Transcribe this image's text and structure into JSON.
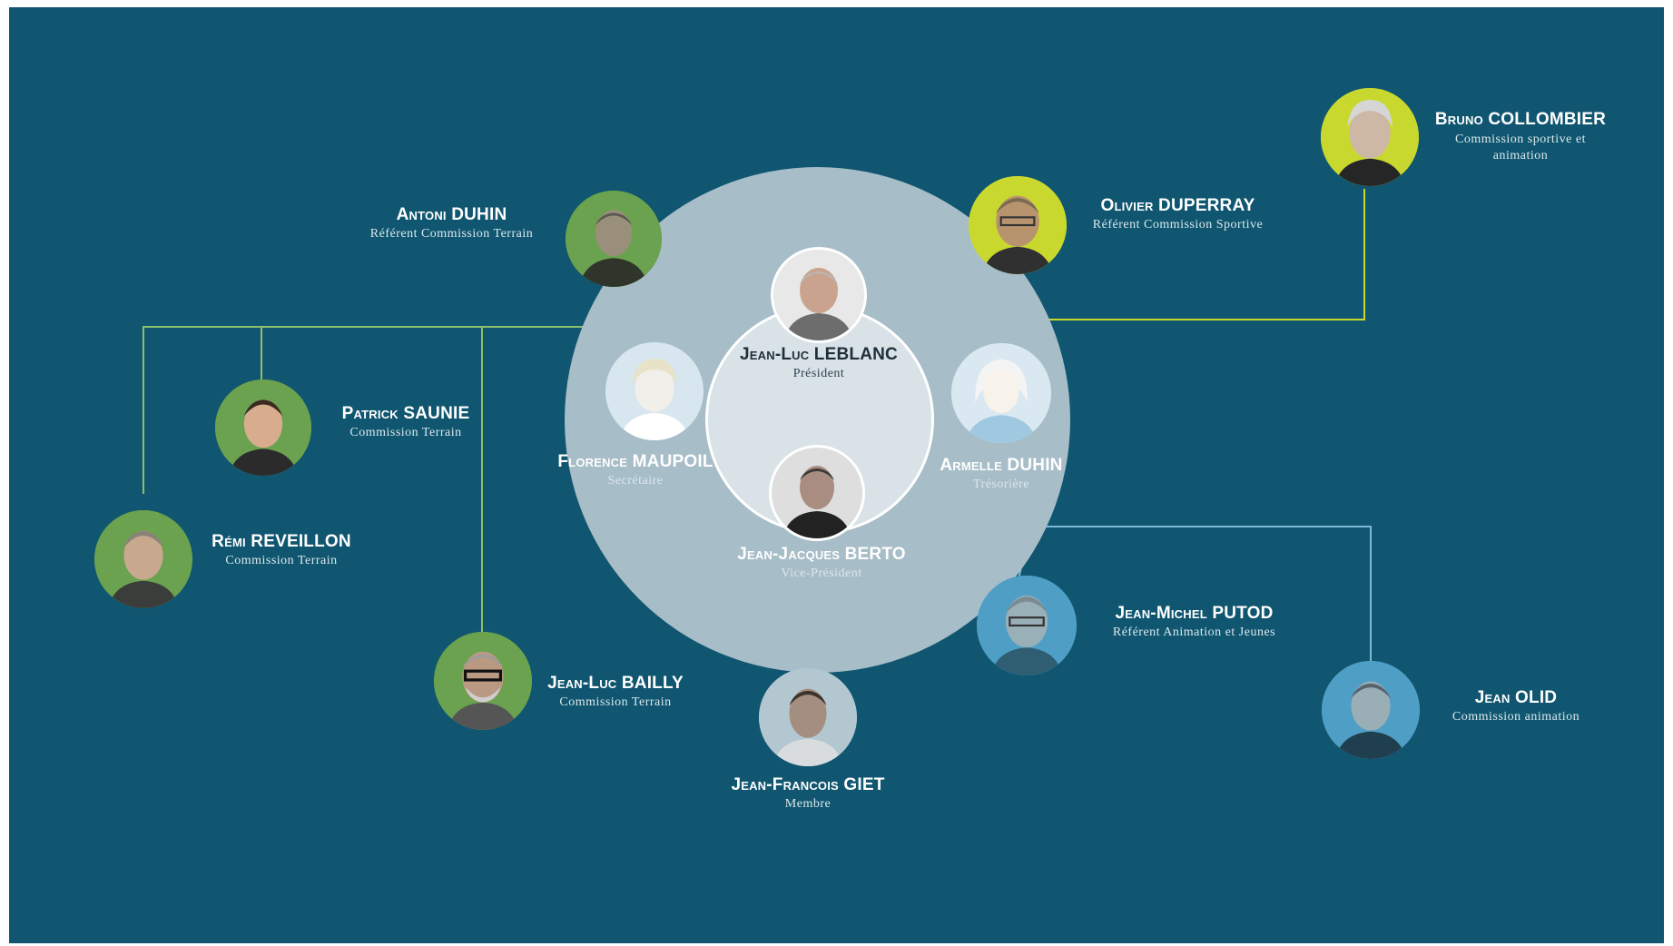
{
  "colors": {
    "background": "#105670",
    "big_circle": "#a7bdc7",
    "inner_circle": "#d8e2e7",
    "green_avatar": "#6aa24f",
    "lime_avatar": "#c9d82f",
    "blue_avatar": "#4e9ec6",
    "light_avatar": "#cfe0ea",
    "connector_line": "#8dc06a",
    "connector_line_lime": "#c9d82f",
    "connector_line_blue": "#7fb7d4"
  },
  "members": {
    "leblanc": {
      "name": "Jean-Luc LEBLANC",
      "role": "Président"
    },
    "berto": {
      "name": "Jean-Jacques BERTO",
      "role": "Vice-Président"
    },
    "maupoil": {
      "name": "Florence MAUPOIL",
      "role": "Secrétaire"
    },
    "armelle": {
      "name": "Armelle DUHIN",
      "role": "Trésorière"
    },
    "antoni": {
      "name": "Antoni DUHIN",
      "role": "Référent Commission Terrain"
    },
    "duperray": {
      "name": "Olivier DUPERRAY",
      "role": "Référent Commission Sportive"
    },
    "collombier": {
      "name": "Bruno COLLOMBIER",
      "role": "Commission sportive et animation"
    },
    "saunie": {
      "name": "Patrick SAUNIE",
      "role": "Commission Terrain"
    },
    "reveillon": {
      "name": "Rémi REVEILLON",
      "role": "Commission Terrain"
    },
    "bailly": {
      "name": "Jean-Luc BAILLY",
      "role": "Commission Terrain"
    },
    "giet": {
      "name": "Jean-Francois GIET",
      "role": "Membre"
    },
    "putod": {
      "name": "Jean-Michel PUTOD",
      "role": "Référent Animation et Jeunes"
    },
    "olid": {
      "name": "Jean OLID",
      "role": "Commission animation"
    }
  }
}
